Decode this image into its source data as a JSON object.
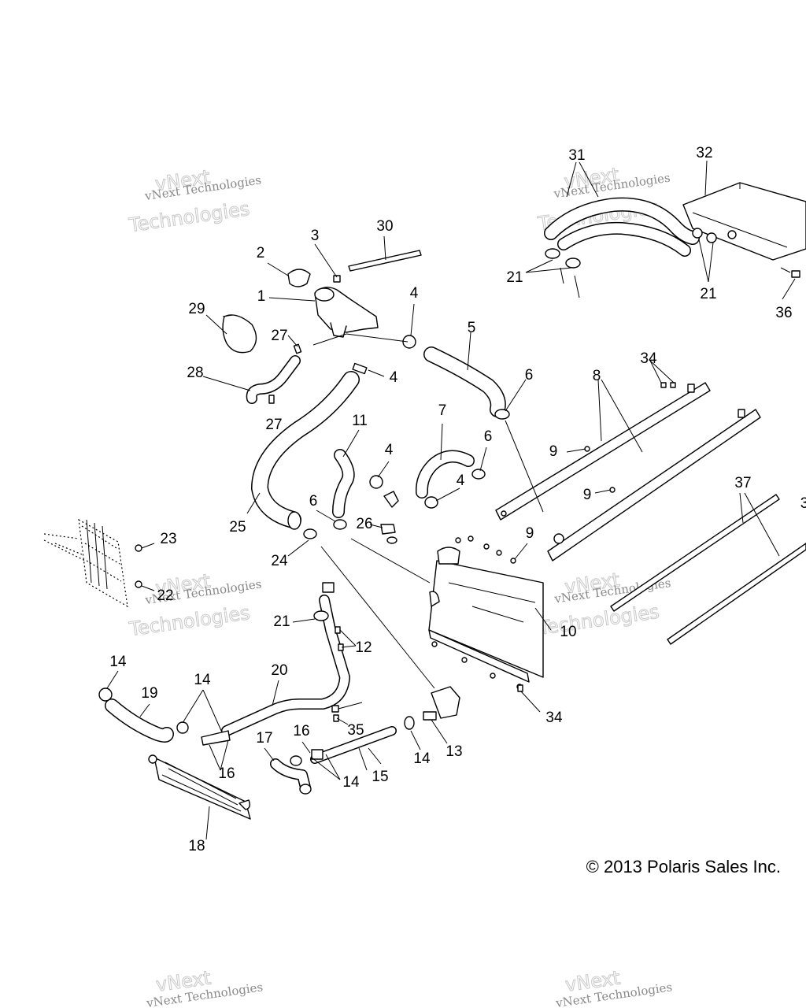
{
  "copyright": "© 2013 Polaris Sales Inc.",
  "watermark": {
    "line1": "vNext",
    "line2": "vNext Technologies",
    "line3": "Technologies"
  },
  "callouts": [
    "1",
    "2",
    "3",
    "4",
    "4",
    "4",
    "4",
    "5",
    "6",
    "6",
    "6",
    "7",
    "8",
    "9",
    "9",
    "9",
    "10",
    "11",
    "12",
    "13",
    "14",
    "14",
    "14",
    "14",
    "15",
    "16",
    "16",
    "17",
    "18",
    "19",
    "20",
    "21",
    "21",
    "21",
    "22",
    "23",
    "24",
    "25",
    "26",
    "27",
    "27",
    "28",
    "29",
    "30",
    "31",
    "32",
    "34",
    "34",
    "35",
    "36",
    "37",
    "3"
  ]
}
